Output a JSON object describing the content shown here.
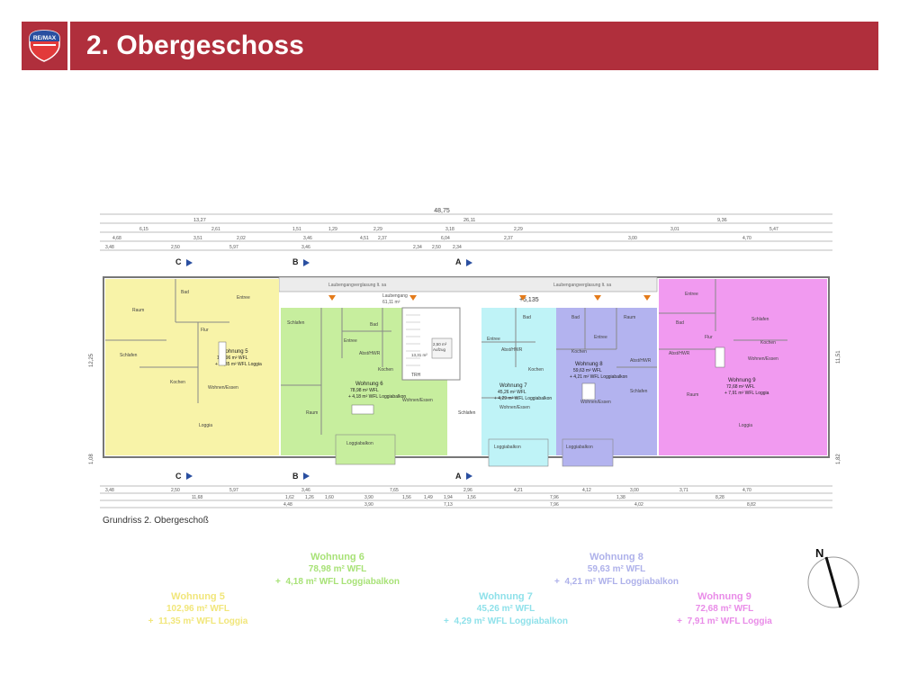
{
  "header": {
    "title": "2. Obergeschoss",
    "logo_text": "RE/MAX"
  },
  "plan": {
    "caption": "Grundriss 2. Obergeschoß",
    "total_width": "48,75",
    "section_marks": [
      "C",
      "B",
      "A"
    ],
    "corridor_label_1": "Laubengangverglasung lt. sa",
    "corridor_label_2": "Laubengangverglasung lt. sa",
    "corridor_room": "Laubengang",
    "corridor_area": "61,11 m²",
    "level_mark": "+5,135",
    "stair_label": "TRH",
    "stair_area": "13,31 m²",
    "lift_label": "Aufzug",
    "lift_area": "2,50 m²",
    "units": [
      {
        "name": "Wohnung 5",
        "area": "102,96 m² WFL",
        "extra": "+ 11,35 m² WFL Loggia",
        "rooms": [
          "Bad",
          "Raum",
          "Entree",
          "Flur",
          "Schlafen",
          "Kochen",
          "Wohnen/Essen",
          "Loggia"
        ],
        "color": "#f8f3a8",
        "label_color": "#f0e26a"
      },
      {
        "name": "Wohnung 6",
        "area": "78,98 m² WFL",
        "extra": "+ 4,18 m² WFL Loggiabalkon",
        "rooms": [
          "Schlafen",
          "Entree",
          "Bad",
          "Abst/HWR",
          "Kochen",
          "Wohnen/Essen",
          "Raum",
          "Loggiabalkon"
        ],
        "color": "#c7ee9e",
        "label_color": "#8bd862"
      },
      {
        "name": "Wohnung 7",
        "area": "45,26 m² WFL",
        "extra": "+ 4,29 m² WFL Loggiabalkon",
        "rooms": [
          "Entree",
          "Bad",
          "Abst/HWR",
          "Kochen",
          "Wohnen/Essen",
          "Schlafen",
          "Loggiabalkon"
        ],
        "color": "#bff3f7",
        "label_color": "#7cdde8"
      },
      {
        "name": "Wohnung 8",
        "area": "59,63 m² WFL",
        "extra": "+ 4,21 m² WFL Loggiabalkon",
        "rooms": [
          "Entree",
          "Bad",
          "Raum",
          "Kochen",
          "Abst/HWR",
          "Wohnen/Essen",
          "Schlafen",
          "Loggiabalkon"
        ],
        "color": "#b3b3ef",
        "label_color": "#9f9fe6"
      },
      {
        "name": "Wohnung 9",
        "area": "72,68 m² WFL",
        "extra": "+ 7,91 m² WFL Loggia",
        "rooms": [
          "Entree",
          "Schlafen",
          "Bad",
          "Flur",
          "Abst/HWR",
          "Kochen",
          "Wohnen/Essen",
          "Raum",
          "Loggia"
        ],
        "color": "#f19af0",
        "label_color": "#e177e0"
      }
    ],
    "dims_top": [
      "13,27",
      "26,11",
      "9,36",
      "6,15",
      "2,61",
      "1,51",
      "1,29",
      "2,29",
      "3,18",
      "2,29",
      "3,01",
      "5,47",
      "4,68",
      "3,51",
      "2,02",
      "3,46",
      "4,51",
      "2,37",
      "6,04",
      "2,37",
      "3,00",
      "4,70",
      "3,48",
      "2,50",
      "5,97",
      "3,46",
      "2,34",
      "2,50",
      "2,34"
    ],
    "dims_bottom": [
      "3,48",
      "2,50",
      "5,97",
      "3,46",
      "7,65",
      "2,96",
      "4,21",
      "4,12",
      "3,00",
      "3,71",
      "4,70",
      "11,68",
      "1,62",
      "1,26",
      "1,60",
      "3,90",
      "1,56",
      "1,49",
      "1,56",
      "7,96",
      "1,38",
      "8,28",
      "1,94",
      "4,48",
      "3,90",
      "7,13",
      "7,96",
      "4,02",
      "8,82"
    ],
    "dims_left": [
      "12,25",
      "1,08"
    ],
    "dims_right": [
      "11,51",
      "1,82"
    ]
  },
  "legend": [
    {
      "title": "Wohnung 6",
      "line1": "78,98 m² WFL",
      "plus": "+",
      "line2": "4,18 m² WFL Loggiabalkon",
      "color": "#a8e277"
    },
    {
      "title": "Wohnung 8",
      "line1": "59,63 m² WFL",
      "plus": "+",
      "line2": "4,21 m² WFL Loggiabalkon",
      "color": "#aeb1ea"
    },
    {
      "title": "Wohnung 5",
      "line1": "102,96 m² WFL",
      "plus": "+",
      "line2": "11,35 m² WFL Loggia",
      "color": "#f1e67a"
    },
    {
      "title": "Wohnung 7",
      "line1": "45,26 m² WFL",
      "plus": "+",
      "line2": "4,29 m² WFL Loggiabalkon",
      "color": "#8fe1ea"
    },
    {
      "title": "Wohnung 9",
      "line1": "72,68 m² WFL",
      "plus": "+",
      "line2": "7,91 m² WFL Loggia",
      "color": "#e98ce8"
    }
  ],
  "compass": {
    "label": "N"
  }
}
